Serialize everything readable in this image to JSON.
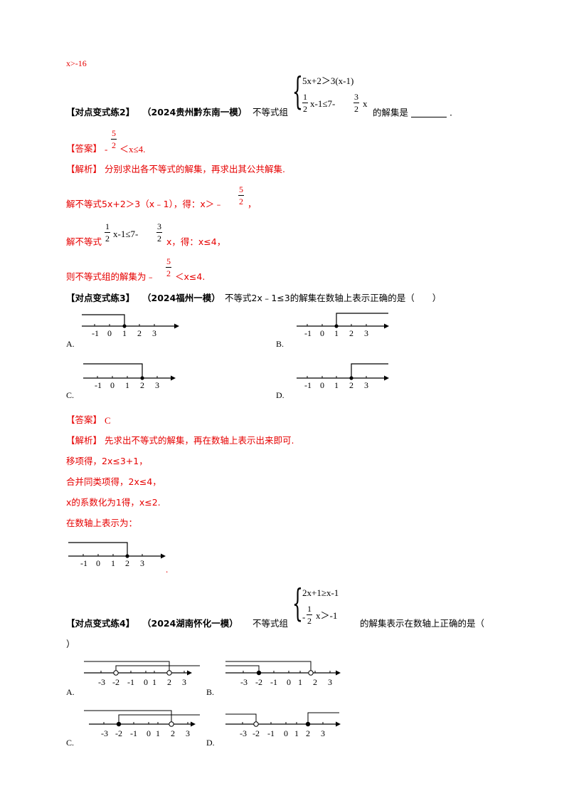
{
  "top_answer": "x>-16",
  "ex2": {
    "label": "【对点变式练2】",
    "source": "（2024贵州黔东南一模）",
    "text_before": "不等式组",
    "line1": "5x+2＞3(x-1)",
    "line2_frac1_num": "1",
    "line2_frac1_den": "2",
    "line2_mid": "x-1≤7-",
    "line2_frac2_num": "3",
    "line2_frac2_den": "2",
    "line2_end": "x",
    "text_after": "的解集是",
    "end": ".",
    "answer_label": "【答案】",
    "answer_prefix": "-",
    "answer_num": "5",
    "answer_den": "2",
    "answer_suffix": "＜x≤4.",
    "analysis_label": "【解析】",
    "analysis_text": "分别求出各不等式的解集，再求出其公共解集.",
    "step1_text": "解不等式5x+2＞3（x﹣1），得：x＞﹣",
    "step1_num": "5",
    "step1_den": "2",
    "step1_end": "，",
    "step2_text": "解不等式",
    "step2_num1": "1",
    "step2_den1": "2",
    "step2_mid": "x-1≤7-",
    "step2_num2": "3",
    "step2_den2": "2",
    "step2_end": "x，得：x≤4，",
    "step3_text": "则不等式组的解集为﹣",
    "step3_num": "5",
    "step3_den": "2",
    "step3_end": "＜x≤4."
  },
  "ex3": {
    "label": "【对点变式练3】",
    "source": "（2024福州一模）",
    "text": "不等式2x﹣1≤3的解集在数轴上表示正确的是（　　）",
    "ticks": [
      "-1",
      "0",
      "1",
      "2",
      "3"
    ],
    "options": [
      "A.",
      "B.",
      "C.",
      "D."
    ],
    "answer_label": "【答案】",
    "answer": "C",
    "analysis_label": "【解析】",
    "analysis_text": "先求出不等式的解集，再在数轴上表示出来即可.",
    "step1": "移项得，2x≤3+1，",
    "step2": "合并同类项得，2x≤4，",
    "step3": "x的系数化为1得，x≤2.",
    "step4": "在数轴上表示为：",
    "step4_end": "."
  },
  "ex4": {
    "label": "【对点变式练4】",
    "source": "（2024湖南怀化一模）",
    "text_before": "不等式组",
    "line1": "2x+1≥x-1",
    "line2_prefix": "-",
    "line2_num": "1",
    "line2_den": "2",
    "line2_end": "x＞-1",
    "text_after": "的解集表示在数轴上正确的是（",
    "text_wrap": "）",
    "ticks": [
      "-3",
      "-2",
      "-1",
      "0",
      "1",
      "2",
      "3"
    ],
    "options": [
      "A.",
      "B.",
      "C.",
      "D."
    ]
  }
}
